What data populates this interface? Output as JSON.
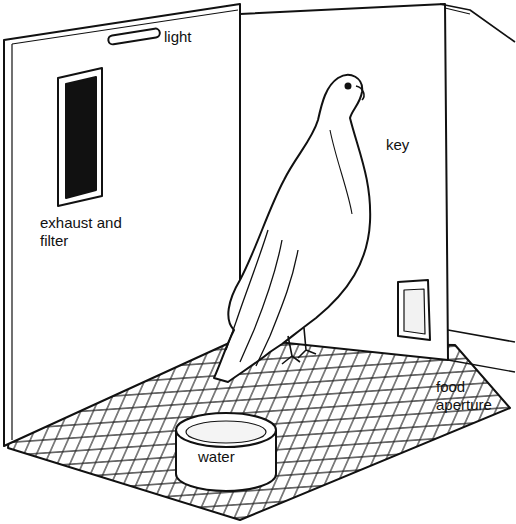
{
  "diagram": {
    "labels": [
      "light",
      "exhaust and filter",
      "key",
      "food aperture",
      "water"
    ]
  }
}
